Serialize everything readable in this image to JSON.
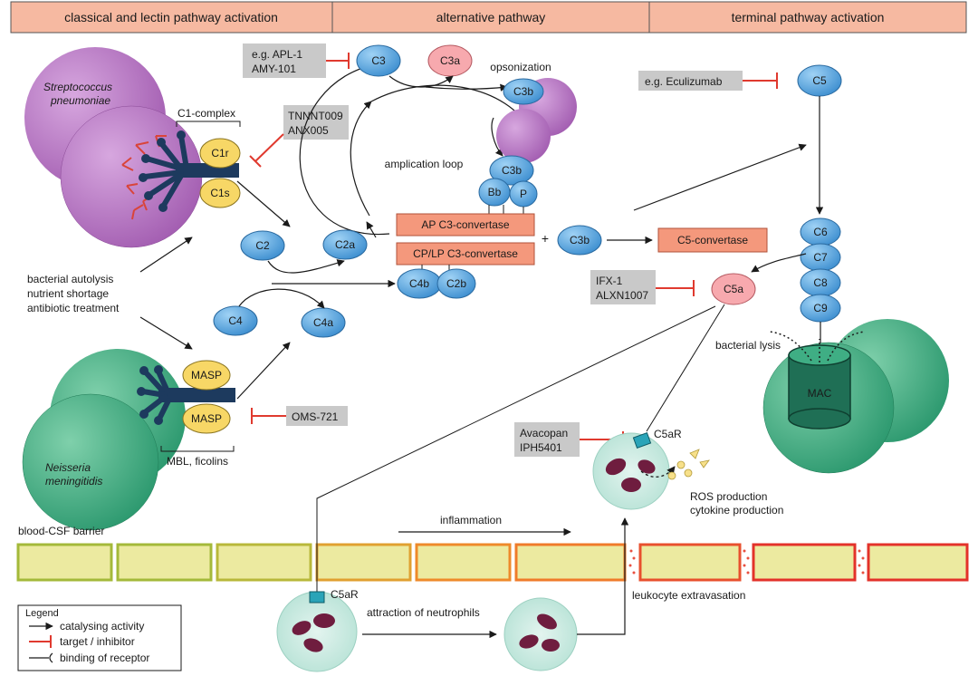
{
  "headers": {
    "classical": "classical and lectin pathway activation",
    "alternative": "alternative pathway",
    "terminal": "terminal pathway activation"
  },
  "bacteria": {
    "strep_line1": "Streptococcus",
    "strep_line2": "pneumoniae",
    "neisseria_line1": "Neisseria",
    "neisseria_line2": "meningitidis"
  },
  "complexes": {
    "c1_complex": "C1-complex",
    "mbl": "MBL, ficolins",
    "c1r": "C1r",
    "c1s": "C1s",
    "masp1": "MASP",
    "masp2": "MASP"
  },
  "triggers": {
    "line1": "bacterial autolysis",
    "line2": "nutrient shortage",
    "line3": "antibiotic treatment"
  },
  "inhibitors": {
    "apl_line1": "e.g. APL-1",
    "apl_line2": "AMY-101",
    "tnnnt_line1": "TNNNT009",
    "tnnnt_line2": "ANX005",
    "eculizumab": "e.g. Eculizumab",
    "ifx_line1": "IFX-1",
    "ifx_line2": "ALXN1007",
    "oms": "OMS-721",
    "avacopan_line1": "Avacopan",
    "avacopan_line2": "IPH5401"
  },
  "components": {
    "c3": "C3",
    "c3a": "C3a",
    "c3b_opson": "C3b",
    "c3b_loop": "C3b",
    "bb": "Bb",
    "p": "P",
    "c3b_mid": "C3b",
    "c2": "C2",
    "c2a": "C2a",
    "c4": "C4",
    "c4a": "C4a",
    "c4b": "C4b",
    "c2b": "C2b",
    "c5": "C5",
    "c5a": "C5a",
    "c6": "C6",
    "c7": "C7",
    "c8": "C8",
    "c9": "C9",
    "mac": "MAC"
  },
  "convertases": {
    "ap_c3": "AP C3-convertase",
    "cp_c3": "CP/LP C3-convertase",
    "c5": "C5-convertase"
  },
  "labels": {
    "opsonization": "opsonization",
    "amplification": "amplication loop",
    "plus": "+",
    "bacterial_lysis": "bacterial lysis",
    "c5ar_top": "C5aR",
    "c5ar_bottom": "C5aR",
    "ros": "ROS production",
    "cytokine": "cytokine production",
    "barrier": "blood-CSF barrier",
    "inflammation": "inflammation",
    "leukocyte": "leukocyte extravasation",
    "attraction": "attraction of neutrophils"
  },
  "legend": {
    "title": "Legend",
    "catalysing": "catalysing activity",
    "target": "target / inhibitor",
    "binding": "binding of receptor"
  },
  "colors": {
    "header_fill": "#f6b9a1",
    "component_blue": "#5aa8e0",
    "component_yellow": "#f7d766",
    "convertase_fill": "#f4987c",
    "c5a_pink": "#f7a9ae",
    "inhibitor_red": "#e03a2f",
    "inhibitor_box": "#c9c9c9",
    "strep_purple": "#b678c2",
    "neisseria_green": "#3fae84",
    "receptor_navy": "#1d3a5e",
    "barrier_fill": "#eceaa0"
  }
}
